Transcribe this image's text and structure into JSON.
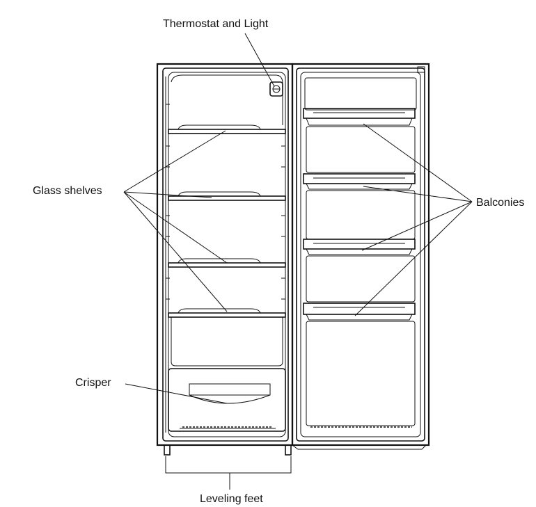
{
  "labels": {
    "thermostat": "Thermostat and Light",
    "glass_shelves": "Glass shelves",
    "balconies": "Balconies",
    "crisper": "Crisper",
    "leveling_feet": "Leveling feet"
  },
  "colors": {
    "line": "#111111",
    "background": "#ffffff"
  }
}
